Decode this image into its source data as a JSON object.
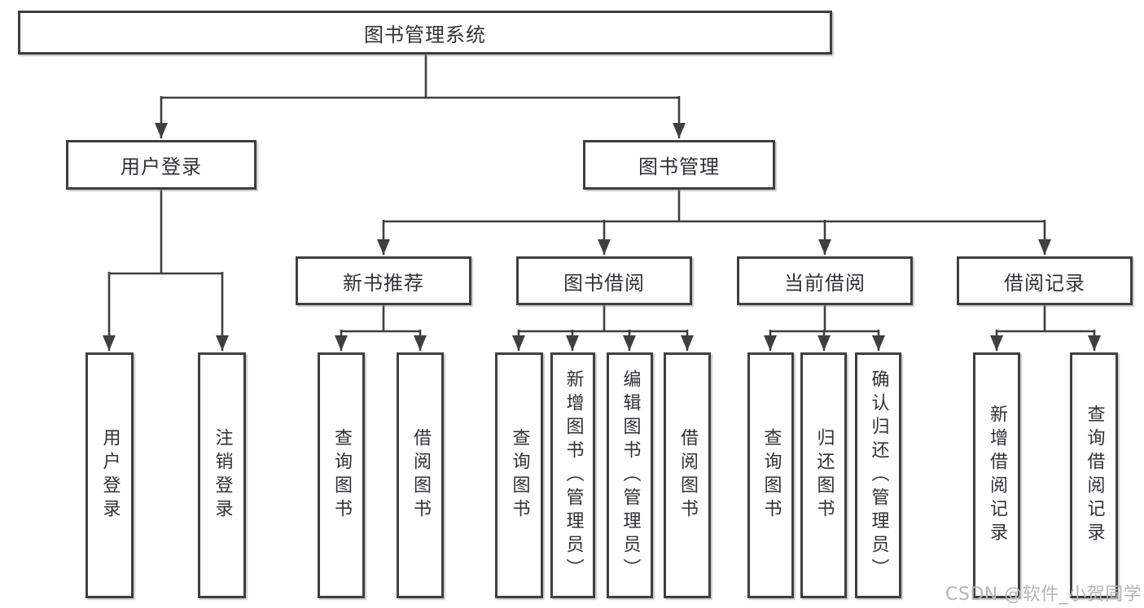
{
  "diagram": {
    "title": "图书管理系统",
    "nodes": {
      "root": {
        "label": "图书管理系统"
      },
      "user_login": {
        "label": "用户登录"
      },
      "book_mgmt": {
        "label": "图书管理"
      },
      "new_book_rec": {
        "label": "新书推荐"
      },
      "book_borrow": {
        "label": "图书借阅"
      },
      "current_borrow": {
        "label": "当前借阅"
      },
      "borrow_record": {
        "label": "借阅记录"
      },
      "ul_login": {
        "label": "用户登录"
      },
      "ul_logout": {
        "label": "注销登录"
      },
      "rec_query": {
        "label": "查询图书"
      },
      "rec_borrow": {
        "label": "借阅图书"
      },
      "bb_query": {
        "label": "查询图书"
      },
      "bb_add": {
        "label": "新增图书（管理员）"
      },
      "bb_edit": {
        "label": "编辑图书（管理员）"
      },
      "bb_borrow": {
        "label": "借阅图书"
      },
      "cb_query": {
        "label": "查询图书"
      },
      "cb_return": {
        "label": "归还图书"
      },
      "cb_confirm": {
        "label": "确认归还（管理员）"
      },
      "br_add": {
        "label": "新增借阅记录"
      },
      "br_query": {
        "label": "查询借阅记录"
      }
    },
    "watermark": "CSDN @软件_小贺同学"
  },
  "colors": {
    "line": "#3f3f3f",
    "box_border": "#3f3f3f",
    "box_fill": "#ffffff",
    "text": "#313136",
    "watermark": "#b5b5ba",
    "background": "#ffffff"
  }
}
